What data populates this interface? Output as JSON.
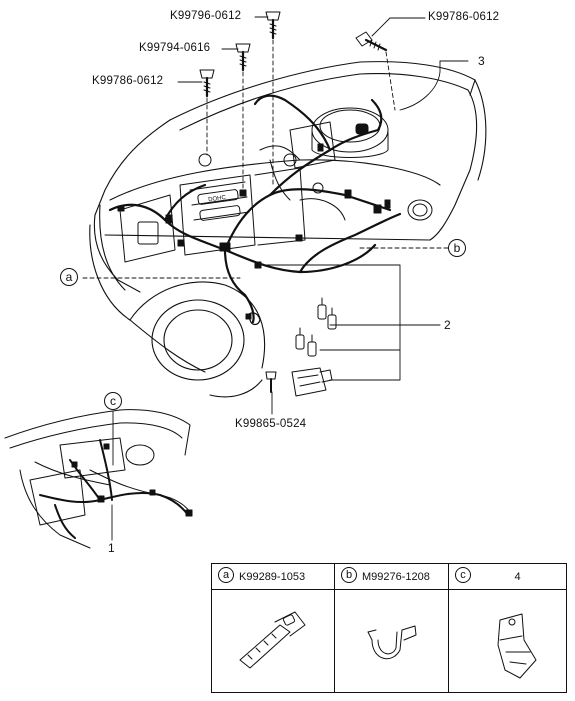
{
  "parts": {
    "k99796": "K99796-0612",
    "k99794": "K99794-0616",
    "k99786_left": "K99786-0612",
    "k99786_right": "K99786-0612",
    "k99865": "K99865-0524"
  },
  "callouts": {
    "one": "1",
    "two": "2",
    "three": "3",
    "a": "a",
    "b": "b",
    "c": "c"
  },
  "legend": {
    "a": {
      "letter": "a",
      "code": "K99289-1053"
    },
    "b": {
      "letter": "b",
      "code": "M99276-1208"
    },
    "c": {
      "letter": "c",
      "qty": "4"
    }
  }
}
